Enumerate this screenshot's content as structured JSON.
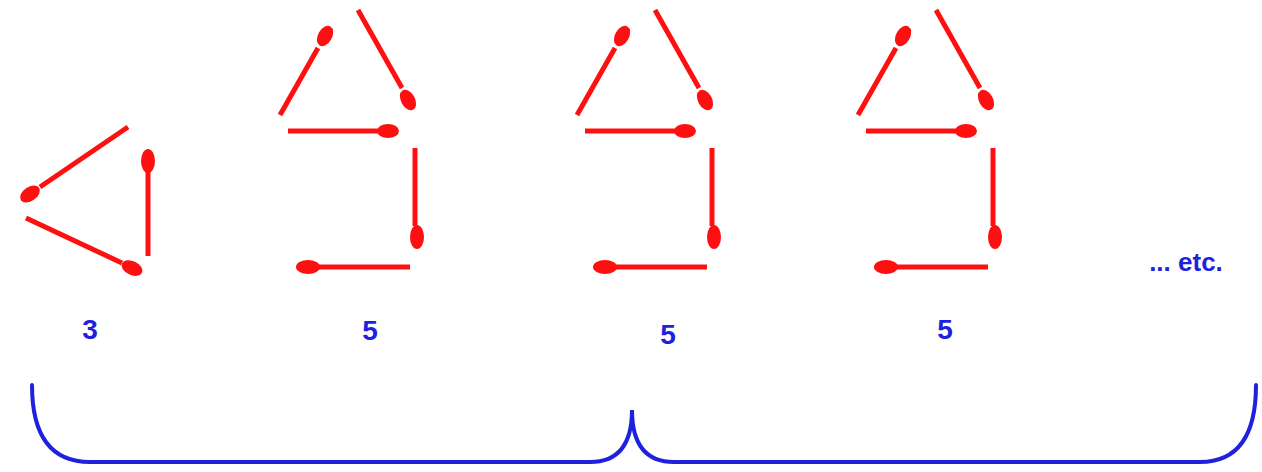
{
  "diagram": {
    "labels": [
      "3",
      "5",
      "5",
      "5",
      "... etc."
    ]
  }
}
